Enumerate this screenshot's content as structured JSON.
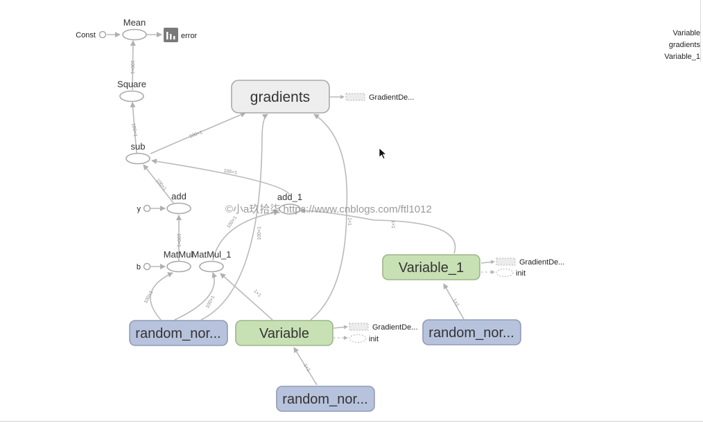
{
  "graph": {
    "nodes": {
      "const": "Const",
      "mean": "Mean",
      "error": "error",
      "square": "Square",
      "sub": "sub",
      "add": "add",
      "add_1": "add_1",
      "y": "y",
      "b": "b",
      "matmul": "MatMul",
      "matmul_1": "MatMul_1",
      "gradients": "gradients",
      "variable": "Variable",
      "variable_1": "Variable_1",
      "random_1": "random_nor...",
      "random_2": "random_nor...",
      "random_3": "random_nor..."
    },
    "aux": {
      "grad_gradients": "GradientDe...",
      "grad_variable": "GradientDe...",
      "init_variable": "init",
      "grad_variable_1": "GradientDe...",
      "init_variable_1": "init"
    },
    "edge_labels": {
      "square_mean": "100×1",
      "sub_square": "100×1",
      "sub_gradients": "100×1",
      "add1_sub": "100×1",
      "add_sub": "100×1",
      "matmul_add": "100×1",
      "matmul1_add1": "100×1",
      "random1_matmul": "100×1",
      "random1_matmul1": "100×1",
      "random1_gradients": "100×1",
      "variable_matmul1": "1×1",
      "variable_gradients": "1×1",
      "variable1_add1": "1×1",
      "random2_variable": "1×1",
      "random3_variable1": "1×1"
    },
    "colors": {
      "gradients_fill": "#eeeeee",
      "variable_fill": "#c7e0b4",
      "random_fill": "#b7c3dc",
      "edge": "#b9b9b9"
    }
  },
  "watermark": "©小a玖拾柒  https://www.cnblogs.com/ftl1012",
  "legend": [
    "Variable",
    "gradients",
    "Variable_1"
  ],
  "icons": [
    "summary-chart-icon",
    "mouse-cursor-icon"
  ]
}
